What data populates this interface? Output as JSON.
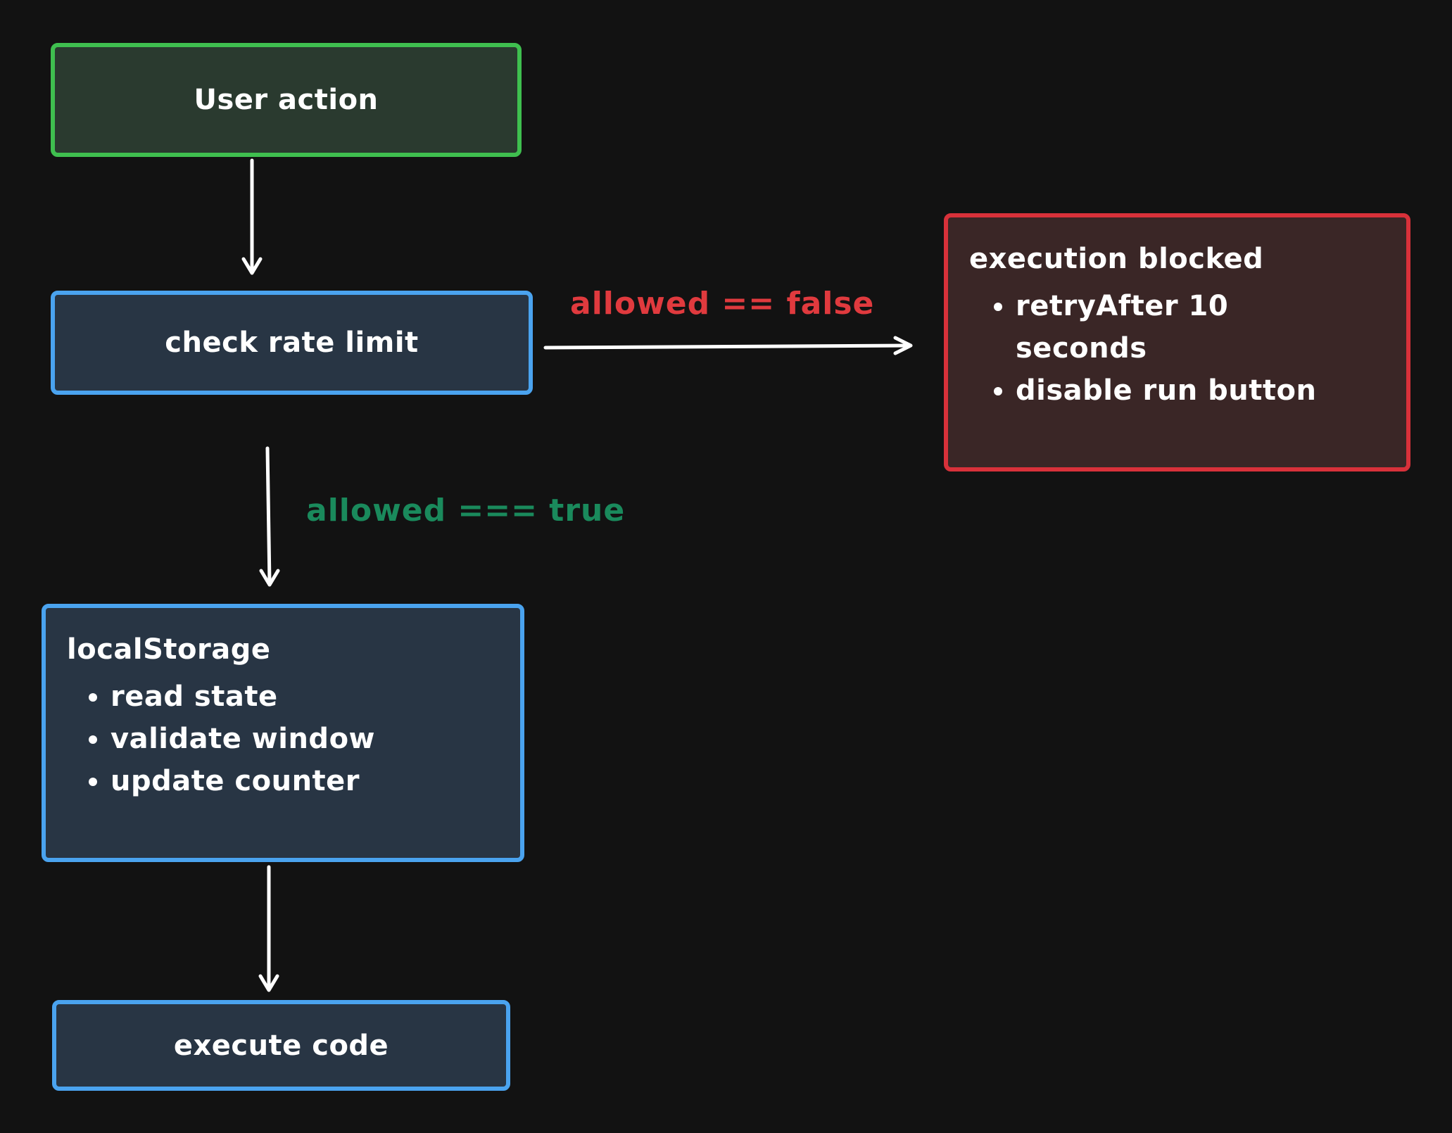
{
  "nodes": {
    "user_action": {
      "label": "User action"
    },
    "check_rate_limit": {
      "label": "check rate limit"
    },
    "execution_blocked": {
      "title": "execution blocked",
      "items": [
        "retryAfter 10 seconds",
        "disable run button"
      ]
    },
    "local_storage": {
      "title": "localStorage",
      "items": [
        "read state",
        "validate window",
        "update counter"
      ]
    },
    "execute_code": {
      "label": "execute code"
    }
  },
  "edges": {
    "blocked_label": "allowed == false",
    "allowed_label": "allowed === true"
  },
  "colors": {
    "background": "#121212",
    "green_border": "#3fbf4f",
    "blue_border": "#4aa3ef",
    "red_border": "#d8313a",
    "false_label": "#e03a3e",
    "true_label": "#1a8a5c",
    "arrow": "#ffffff"
  }
}
